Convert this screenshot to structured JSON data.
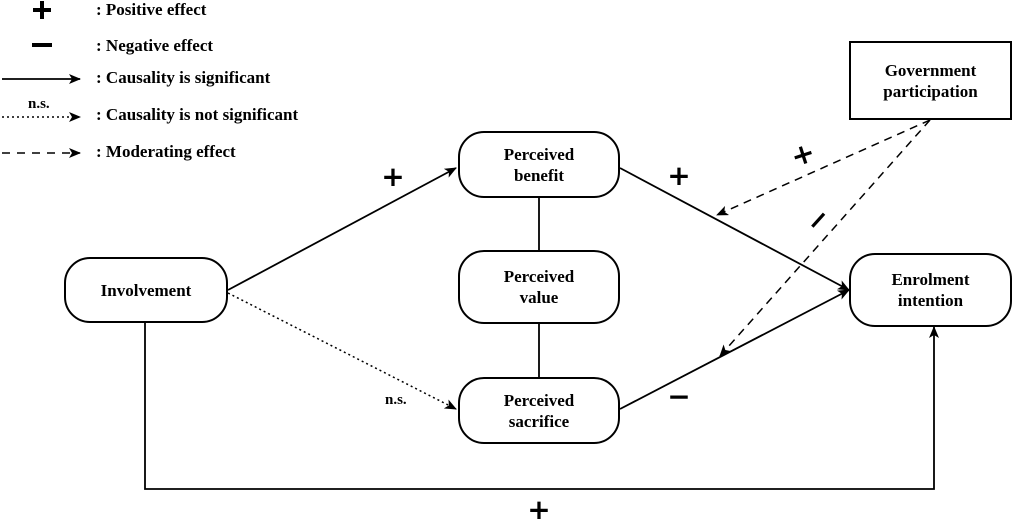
{
  "legend": {
    "positive_symbol": "+",
    "positive_label": ": Positive effect",
    "negative_symbol": "−",
    "negative_label": ": Negative effect",
    "significant_label": ": Causality is significant",
    "ns_tag": "n.s.",
    "not_significant_label": ": Causality is not significant",
    "moderating_label": ": Moderating effect"
  },
  "nodes": {
    "involvement": [
      "Involvement"
    ],
    "perceived_benefit": [
      "Perceived",
      "benefit"
    ],
    "perceived_value": [
      "Perceived",
      "value"
    ],
    "perceived_sacrifice": [
      "Perceived",
      "sacrifice"
    ],
    "enrolment_intention": [
      "Enrolment",
      "intention"
    ],
    "government_participation": [
      "Government",
      "participation"
    ]
  },
  "edges": {
    "involvement_to_benefit": {
      "sign": "+",
      "significant": true
    },
    "involvement_to_sacrifice": {
      "tag": "n.s.",
      "significant": false
    },
    "benefit_to_enrolment": {
      "sign": "+",
      "significant": true
    },
    "sacrifice_to_enrolment": {
      "sign": "−",
      "significant": true
    },
    "involvement_to_enrolment": {
      "sign": "+",
      "significant": true
    },
    "gov_moderates_benefit_path": {
      "sign": "+",
      "type": "moderating"
    },
    "gov_moderates_sacrifice_path": {
      "sign": "−",
      "type": "moderating"
    }
  },
  "colors": {
    "stroke": "#000000",
    "background": "#ffffff"
  }
}
